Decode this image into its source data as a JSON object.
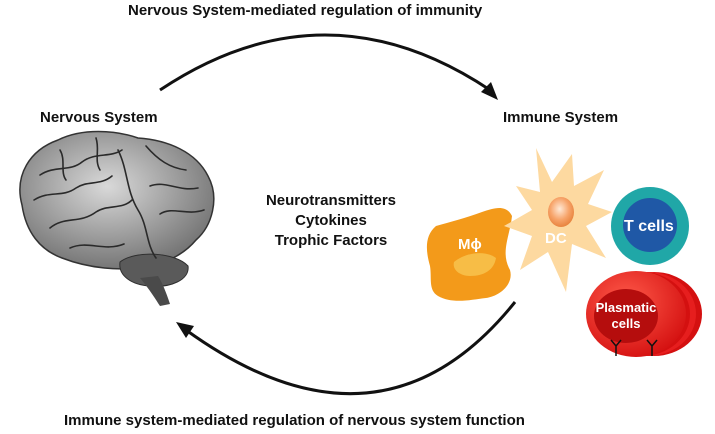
{
  "diagram": {
    "top_caption": "Nervous System-mediated regulation of immunity",
    "bottom_caption": "Immune system-mediated regulation of nervous system function",
    "left_node": {
      "title": "Nervous System",
      "icon": "brain-icon"
    },
    "right_node": {
      "title": "Immune System"
    },
    "mediators": [
      "Neurotransmitters",
      "Cytokines",
      "Trophic Factors"
    ],
    "cells": {
      "macrophage": "Mϕ",
      "dendritic": "DC",
      "tcells": "T cells",
      "plasma_line1": "Plasmatic",
      "plasma_line2": "cells"
    },
    "colors": {
      "macrophage": "#f39a1a",
      "dendritic": "#fdd9a0",
      "tcell_ring": "#20a7a7",
      "tcell_core": "#1f58a6",
      "plasma": "#e61e1e",
      "arrow": "#111111"
    }
  }
}
